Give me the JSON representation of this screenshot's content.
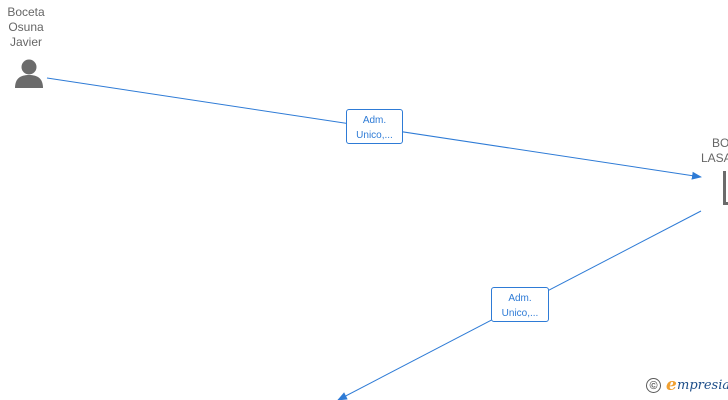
{
  "nodes": [
    {
      "id": "boceta-osuna-javier",
      "lines": [
        "Boceta",
        "Osuna",
        "Javier"
      ]
    },
    {
      "id": "boceta-lasa",
      "lines": [
        "BO",
        "LASA"
      ]
    }
  ],
  "edges": [
    {
      "from": "boceta-osuna-javier",
      "to": "boceta-lasa",
      "label_lines": [
        "Adm.",
        "Unico,..."
      ]
    },
    {
      "from": "boceta-lasa",
      "to": "offscreen-bottom",
      "label_lines": [
        "Adm.",
        "Unico,..."
      ]
    }
  ],
  "colors": {
    "edge": "#2e7bd6",
    "node_text": "#666666",
    "person_icon": "#6b6b6b",
    "brand_orange": "#f0a030",
    "brand_blue": "#1e4f8a"
  },
  "icons": {
    "person": "person-icon",
    "copyright": "copyright-icon"
  },
  "brand": {
    "copyright_symbol": "©",
    "logo_initial": "e",
    "logo_rest": "mpresia"
  }
}
